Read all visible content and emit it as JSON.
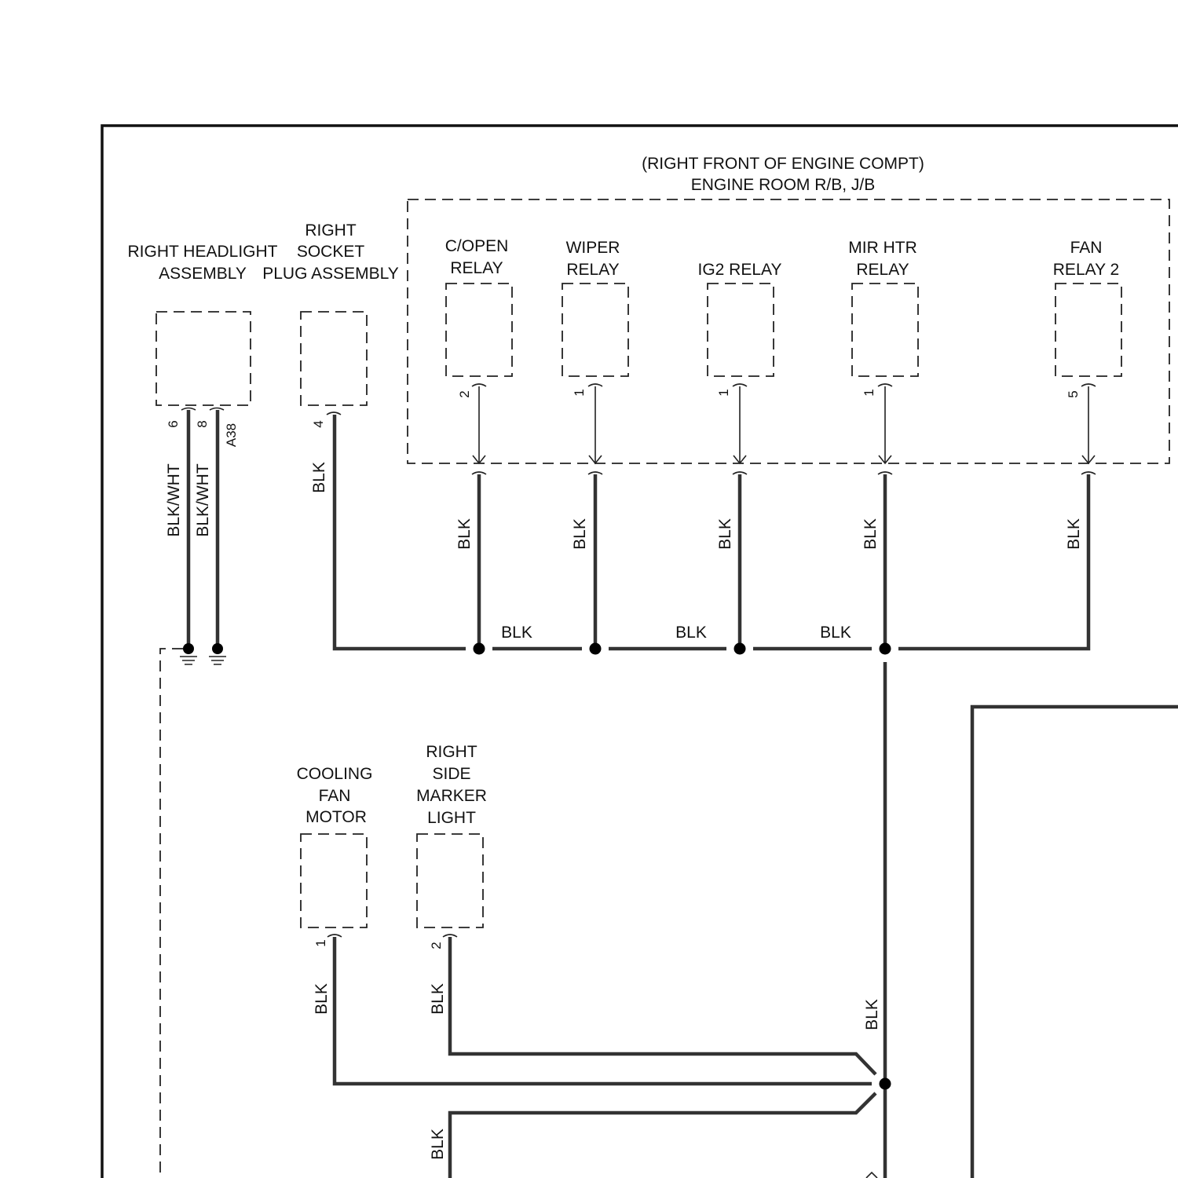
{
  "engine_room": {
    "location": "(RIGHT FRONT OF ENGINE COMPT)",
    "name": "ENGINE ROOM R/B, J/B"
  },
  "headlight": {
    "line1": "RIGHT HEADLIGHT",
    "line2": "ASSEMBLY"
  },
  "socket": {
    "line1": "RIGHT",
    "line2": "SOCKET",
    "line3": "PLUG ASSEMBLY"
  },
  "relays": [
    {
      "line1": "C/OPEN",
      "line2": "RELAY",
      "pin": "2"
    },
    {
      "line1": "WIPER",
      "line2": "RELAY",
      "pin": "1"
    },
    {
      "line1": "",
      "line2": "IG2 RELAY",
      "pin": "1"
    },
    {
      "line1": "MIR HTR",
      "line2": "RELAY",
      "pin": "1"
    },
    {
      "line1": "FAN",
      "line2": "RELAY 2",
      "pin": "5"
    }
  ],
  "headlight_pins": {
    "a": "6",
    "b": "8",
    "connector": "A38"
  },
  "socket_pin": "4",
  "cooling_fan": {
    "line1": "COOLING",
    "line2": "FAN",
    "line3": "MOTOR",
    "pin": "1"
  },
  "side_marker": {
    "line1": "RIGHT",
    "line2": "SIDE",
    "line3": "MARKER",
    "line4": "LIGHT",
    "pin": "2"
  },
  "wire_colors": {
    "blk": "BLK",
    "blk_wht": "BLK/WHT"
  },
  "colors": {
    "wire": "#333333",
    "frame": "#111111",
    "background": "#ffffff"
  }
}
